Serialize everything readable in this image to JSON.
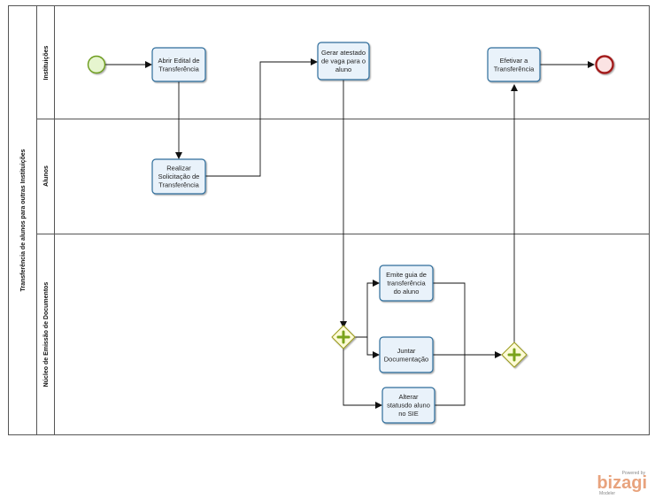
{
  "pool": {
    "label": "Transferência de alunos para outras Instituições"
  },
  "lanes": [
    {
      "id": "instituicoes",
      "label": "Instituições"
    },
    {
      "id": "alunos",
      "label": "Alunos"
    },
    {
      "id": "nucleo",
      "label": "Núcleo de Emissão de Documentos"
    }
  ],
  "tasks": [
    {
      "id": "abrir_edital",
      "lines": [
        "Abrir Edital de",
        "Transferência"
      ]
    },
    {
      "id": "gerar_atestado",
      "lines": [
        "Gerar atestado",
        "de vaga para o",
        "aluno"
      ]
    },
    {
      "id": "efetivar",
      "lines": [
        "Efetivar a",
        "Transferência"
      ]
    },
    {
      "id": "realizar",
      "lines": [
        "Realizar",
        "Solicitação de",
        "Transferência"
      ]
    },
    {
      "id": "emite_guia",
      "lines": [
        "Emite guia de",
        "transferência",
        "do aluno"
      ]
    },
    {
      "id": "juntar",
      "lines": [
        "Juntar",
        "Documentação"
      ]
    },
    {
      "id": "alterar",
      "lines": [
        "Alterar",
        "statusdo aluno",
        "no SIE"
      ]
    }
  ],
  "events": [
    {
      "id": "start",
      "type": "start"
    },
    {
      "id": "end",
      "type": "end"
    }
  ],
  "gateways": [
    {
      "id": "split",
      "type": "parallel"
    },
    {
      "id": "join",
      "type": "parallel"
    }
  ],
  "branding": {
    "powered_by": "Powered by",
    "name": "bizagi",
    "product": "Modeler"
  },
  "colors": {
    "task_fill": "#e9f2fa",
    "task_stroke": "#2f6d9b",
    "start_fill": "#e6f5cf",
    "start_stroke": "#6c9c1f",
    "end_fill": "#fbe3e3",
    "end_stroke": "#a31c1c",
    "gateway_fill": "#fdfbd8",
    "gateway_stroke": "#9a9a1a",
    "gateway_plus": "#7aa31a"
  }
}
